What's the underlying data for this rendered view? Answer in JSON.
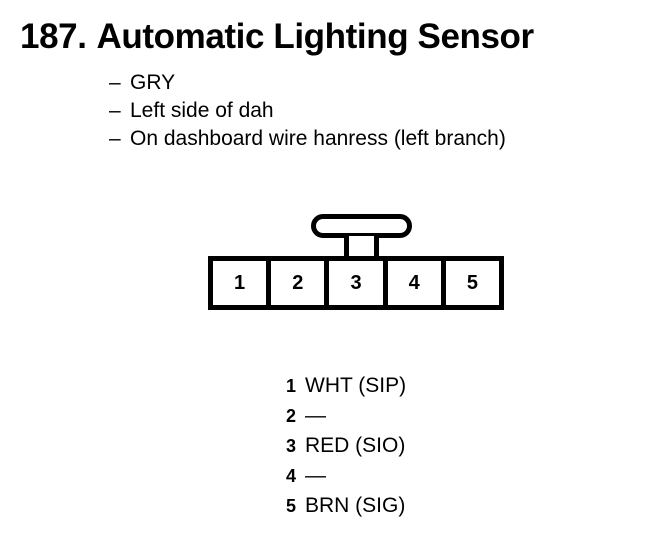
{
  "title": {
    "number": "187.",
    "text": "Automatic Lighting Sensor"
  },
  "notes": [
    {
      "dash": "–",
      "text": "GRY"
    },
    {
      "dash": "–",
      "text": "Left side of dah"
    },
    {
      "dash": "–",
      "text": "On dashboard wire hanress (left branch)"
    }
  ],
  "connector": {
    "pins": [
      "1",
      "2",
      "3",
      "4",
      "5"
    ]
  },
  "legend": {
    "rows": [
      {
        "pin": "1",
        "value": "WHT (SIP)"
      },
      {
        "pin": "2",
        "value": "—"
      },
      {
        "pin": "3",
        "value": "RED (SIO)"
      },
      {
        "pin": "4",
        "value": "—"
      },
      {
        "pin": "5",
        "value": "BRN (SIG)"
      }
    ]
  },
  "colors": {
    "ink": "#000000",
    "paper": "#ffffff"
  }
}
